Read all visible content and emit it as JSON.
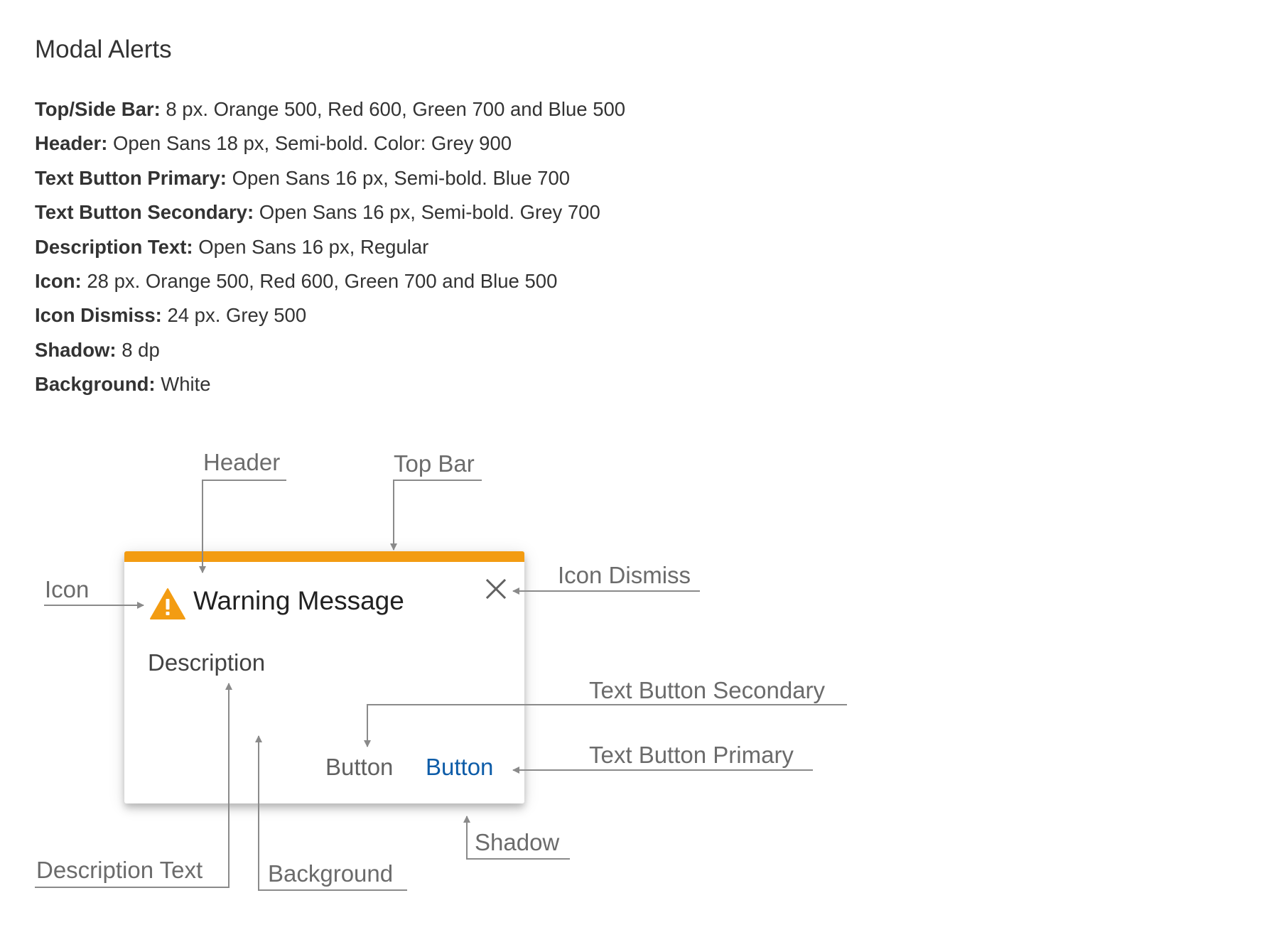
{
  "title": "Modal Alerts",
  "specs": [
    {
      "key": "Top/Side Bar:",
      "value": " 8 px. Orange 500, Red 600, Green 700 and Blue 500"
    },
    {
      "key": "Header:",
      "value": " Open Sans 18 px, Semi-bold. Color: Grey 900"
    },
    {
      "key": "Text Button Primary:",
      "value": " Open Sans 16 px, Semi-bold. Blue 700"
    },
    {
      "key": "Text Button Secondary:",
      "value": " Open Sans 16 px, Semi-bold. Grey 700"
    },
    {
      "key": "Description Text:",
      "value": " Open Sans 16 px, Regular"
    },
    {
      "key": "Icon:",
      "value": " 28 px. Orange 500, Red 600, Green 700 and Blue 500"
    },
    {
      "key": "Icon Dismiss:",
      "value": " 24 px. Grey 500"
    },
    {
      "key": "Shadow:",
      "value": " 8 dp"
    },
    {
      "key": "Background:",
      "value": " White"
    }
  ],
  "modal": {
    "header": "Warning Message",
    "description": "Description",
    "secondary_button": "Button",
    "primary_button": "Button",
    "icon": "warning-triangle-icon",
    "dismiss_icon": "close-icon",
    "colors": {
      "top_bar": "#F39C12",
      "primary_button": "#0D5CA8",
      "secondary_button": "#616161",
      "dismiss_icon": "#616161"
    }
  },
  "annotations": {
    "header": "Header",
    "top_bar": "Top Bar",
    "icon": "Icon",
    "icon_dismiss": "Icon Dismiss",
    "text_button_secondary": "Text Button Secondary",
    "text_button_primary": "Text Button Primary",
    "shadow": "Shadow",
    "description_text": "Description Text",
    "background": "Background"
  }
}
